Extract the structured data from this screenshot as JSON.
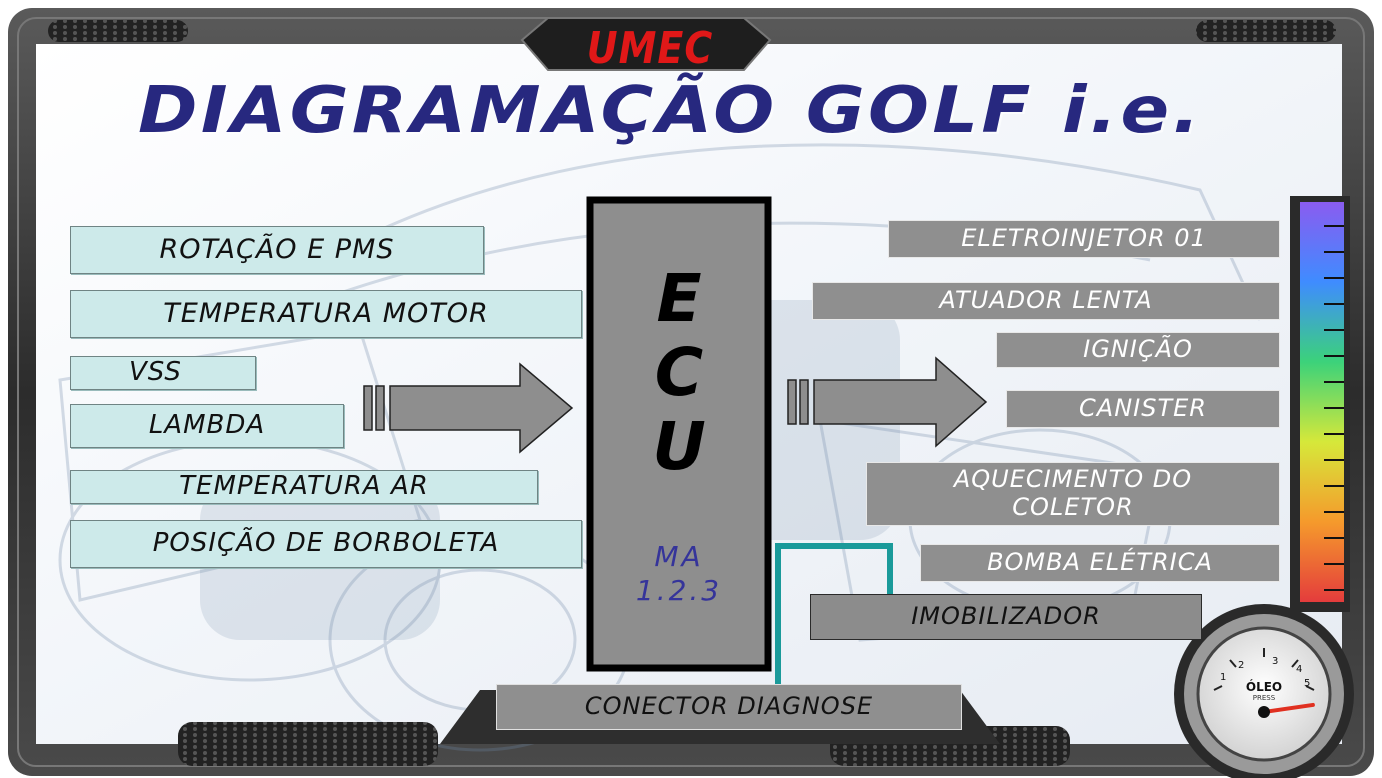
{
  "brand": "UMEC",
  "title": "DIAGRAMAÇÃO GOLF i.e.",
  "ecu": {
    "letters": [
      "E",
      "C",
      "U"
    ],
    "model_line1": "MA",
    "model_line2": "1.2.3"
  },
  "inputs": [
    "ROTAÇÃO E PMS",
    "TEMPERATURA MOTOR",
    "VSS",
    "LAMBDA",
    "TEMPERATURA AR",
    "POSIÇÃO DE BORBOLETA"
  ],
  "outputs": [
    "ELETROINJETOR 01",
    "ATUADOR LENTA",
    "IGNIÇÃO",
    "CANISTER",
    "AQUECIMENTO DO COLETOR",
    "BOMBA ELÉTRICA"
  ],
  "imobilizador": "IMOBILIZADOR",
  "connector": "CONECTOR DIAGNOSE",
  "gauge": {
    "label": "ÓLEO",
    "sub": "PRESS",
    "ticks": [
      "1",
      "2",
      "3",
      "4",
      "5"
    ]
  },
  "colors": {
    "title": "#27287f",
    "brand": "#e01818",
    "input_box": "#cdeaea",
    "output_box": "#8f8f8f",
    "ecu_body": "#8e8e8e",
    "wire": "#1a9a9a",
    "frame": "#3a3a3a"
  }
}
